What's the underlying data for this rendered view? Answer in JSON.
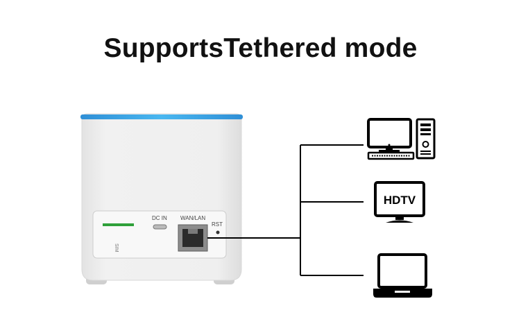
{
  "title": "SupportsTethered mode",
  "router": {
    "port_labels": {
      "dc_in": "DC  IN",
      "wan_lan": "WAN/LAN",
      "rst": "RST"
    },
    "led_color": "#35a7e8",
    "body_color": "#ececec"
  },
  "devices": [
    {
      "name": "desktop-computer-icon"
    },
    {
      "name": "hdtv-icon",
      "screen_text": "HDTV"
    },
    {
      "name": "laptop-icon"
    }
  ],
  "colors": {
    "line": "#000000",
    "title": "#111111"
  }
}
